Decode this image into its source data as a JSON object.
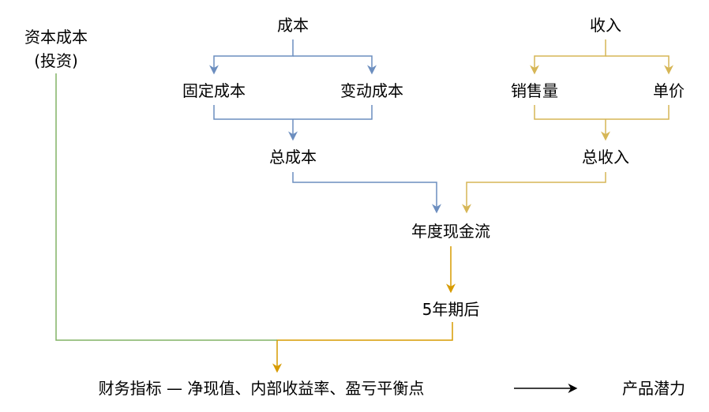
{
  "nodes": {
    "cost": "成本",
    "revenue": "收入",
    "capital_cost_line1": "资本成本",
    "capital_cost_line2": "(投资)",
    "fixed_cost": "固定成本",
    "variable_cost": "变动成本",
    "sales_volume": "销售量",
    "unit_price": "单价",
    "total_cost": "总成本",
    "total_revenue": "总收入",
    "annual_cash_flow": "年度现金流",
    "after_5_years": "5年期后",
    "financial_indicators": "财务指标 — 净现值、内部收益率、盈亏平衡点",
    "product_potential": "产品潜力"
  },
  "colors": {
    "cost_branch": "#6c8ebf",
    "revenue_branch": "#d6b656",
    "capital_branch": "#82b366",
    "cash_flow_branch": "#d79b00",
    "result_arrow": "#000000",
    "text": "#000000",
    "background": "#ffffff"
  }
}
